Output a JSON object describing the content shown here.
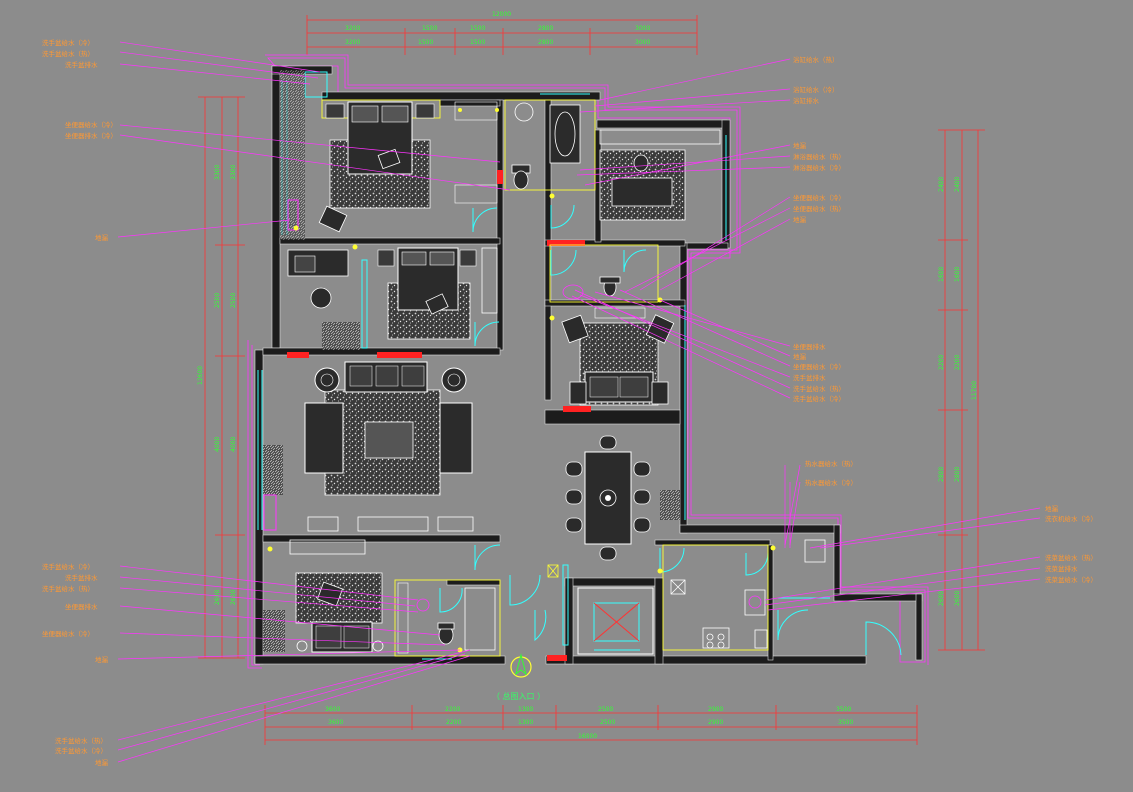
{
  "caption": "（ 总图入口 ）",
  "left_labels_top": [
    "洗手盆给水（冷）",
    "洗手盆给水（热）",
    "洗手盆排水"
  ],
  "left_labels_mid": [
    "坐便器给水（冷）",
    "坐便器排水（冷）"
  ],
  "left_label_floor_drain": "地漏",
  "left_labels_bottom": [
    "洗手盆给水（冷）",
    "洗手盆排水",
    "洗手盆给水（热）",
    "坐便器排水",
    "坐便器给水（冷）",
    "地漏"
  ],
  "bottom_left_labels": [
    "洗手盆给水（热）",
    "洗手盆给水（冷）",
    "地漏"
  ],
  "right_labels_top": [
    "浴缸给水（热）",
    "浴缸给水（冷）",
    "浴缸排水"
  ],
  "right_labels_2": [
    "地漏",
    "淋浴器给水（热）",
    "淋浴器给水（冷）"
  ],
  "right_labels_3": [
    "坐便器给水（冷）",
    "坐便器给水（热）",
    "地漏"
  ],
  "right_labels_4": [
    "坐便器排水",
    "地漏",
    "坐便器给水（冷）",
    "洗手盆排水",
    "洗手盆给水（热）",
    "洗手盆给水（冷）"
  ],
  "right_labels_5": [
    "热水器给水（热）",
    "热水器给水（冷）"
  ],
  "right_labels_6": [
    "地漏",
    "洗衣机给水（冷）"
  ],
  "right_labels_7": [
    "洗菜盆给水（热）",
    "洗菜盆排水",
    "洗菜盆给水（冷）"
  ]
}
